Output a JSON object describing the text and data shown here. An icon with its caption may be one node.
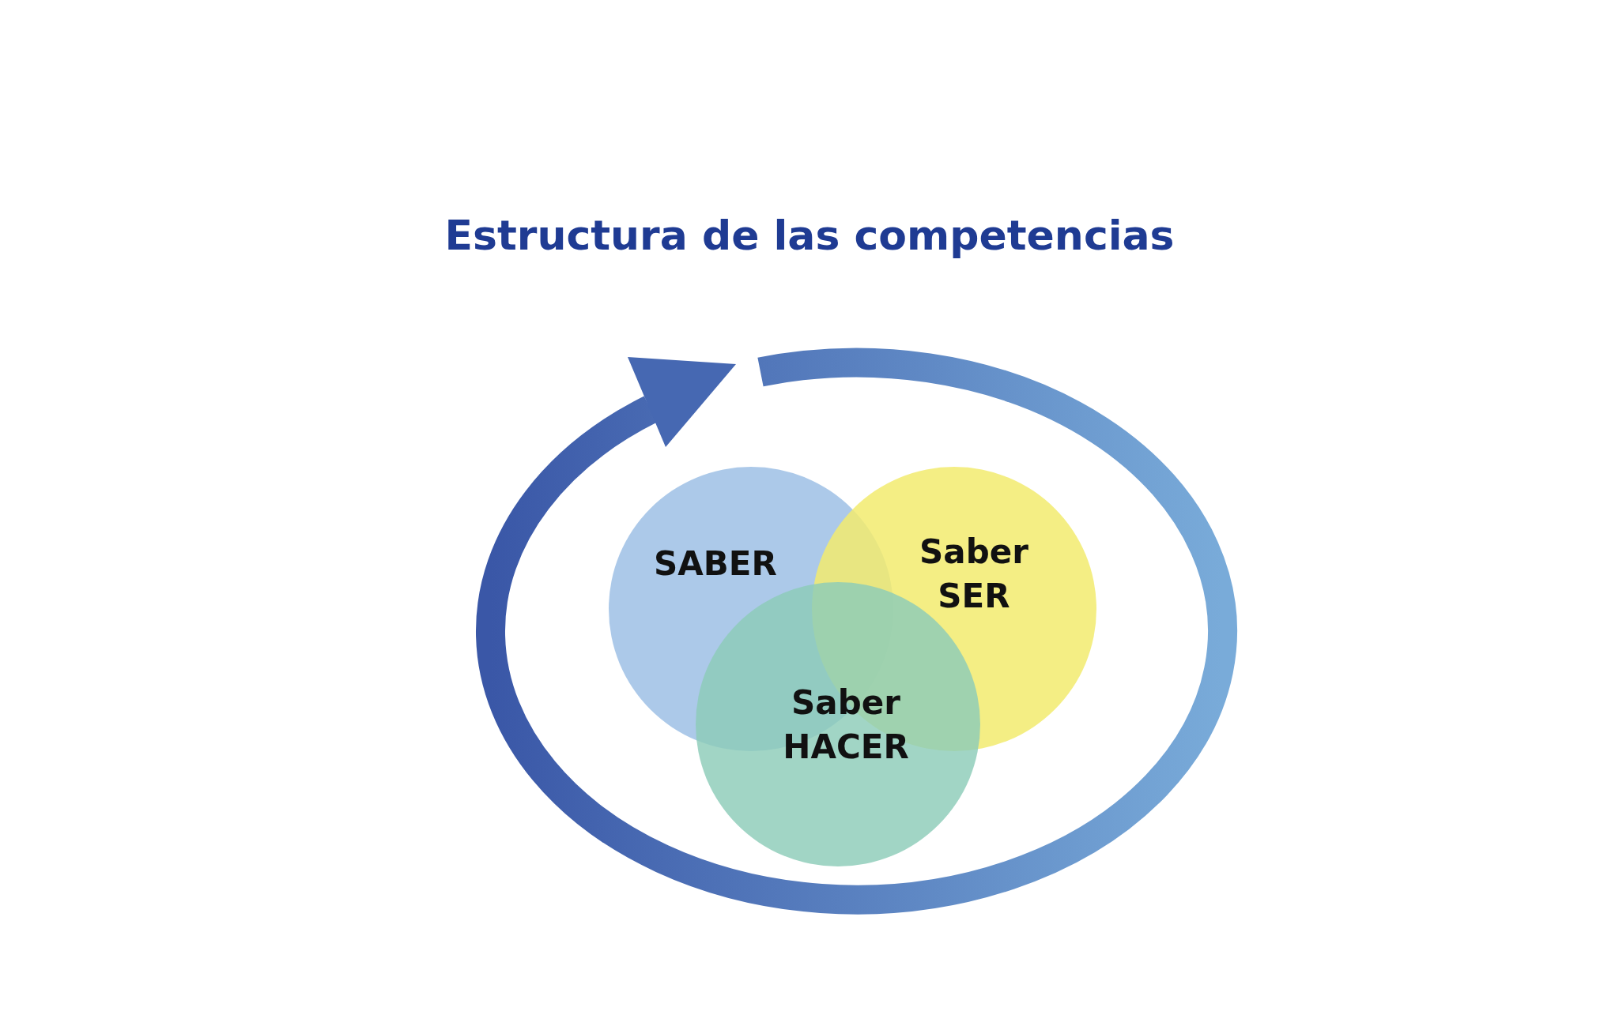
{
  "diagram": {
    "title": "Estructura de las competencias",
    "nodes": [
      {
        "text": [
          "SABER"
        ]
      },
      {
        "text": [
          "Saber SER"
        ]
      },
      {
        "text": [
          "Saber HACER"
        ]
      }
    ]
  }
}
